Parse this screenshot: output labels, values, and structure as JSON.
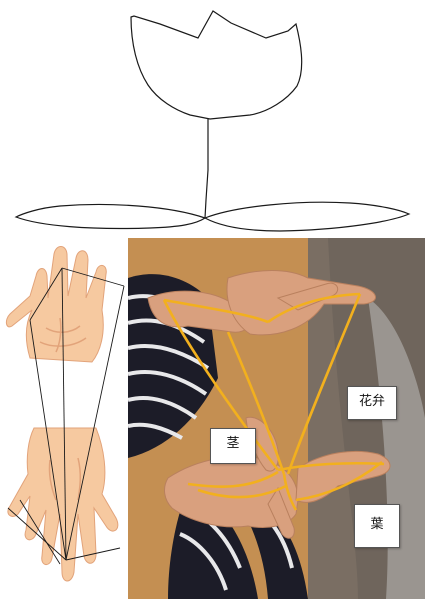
{
  "labels": {
    "petal": "花弁",
    "stem": "茎",
    "leaf": "葉"
  },
  "colors": {
    "string": "#f2b01e",
    "skin": "#f6c9a0",
    "skin_line": "#e2a37a",
    "sleeve_dark": "#1c1c28",
    "floor": "#c89a5c",
    "background_wall": "#7a6e63",
    "outline": "#1a1a1a"
  },
  "figures": {
    "flower_drawing": "flower-outline",
    "hand_illustration": "hands-with-strings",
    "photo": "string-figure-photo"
  }
}
